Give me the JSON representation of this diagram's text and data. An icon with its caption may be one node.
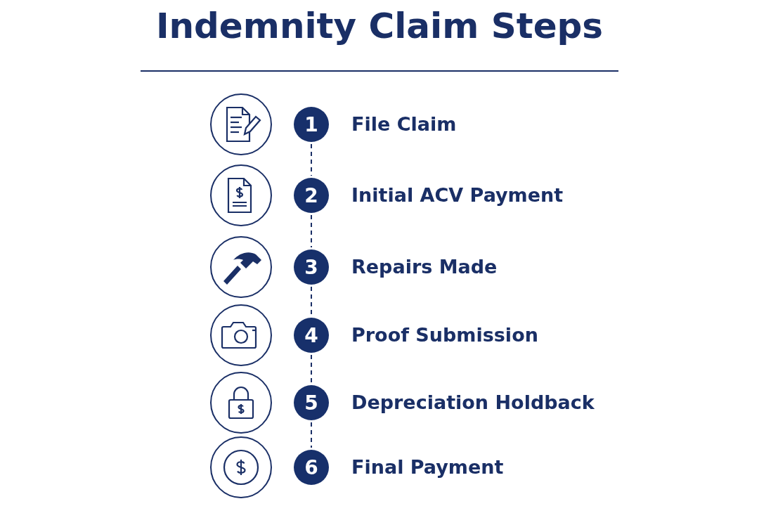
{
  "diagram": {
    "title": "Indemnity Claim Steps",
    "nodes": [
      {
        "text": [
          "1"
        ],
        "beside": [
          "File Claim"
        ]
      },
      {
        "text": [
          "2"
        ],
        "beside": [
          "Initial ACV Payment"
        ]
      },
      {
        "text": [
          "3"
        ],
        "beside": [
          "Repairs Made"
        ]
      },
      {
        "text": [
          "4"
        ],
        "beside": [
          "Proof Submission"
        ]
      },
      {
        "text": [
          "5"
        ],
        "beside": [
          "Depreciation Holdback"
        ]
      },
      {
        "text": [
          "6"
        ],
        "beside": [
          "Final Payment"
        ]
      }
    ],
    "edges": [
      {
        "from": 0,
        "to": 1,
        "arrow": "none",
        "style": "dashed"
      },
      {
        "from": 1,
        "to": 2,
        "arrow": "none",
        "style": "dashed"
      },
      {
        "from": 2,
        "to": 3,
        "arrow": "none",
        "style": "dashed"
      },
      {
        "from": 3,
        "to": 4,
        "arrow": "none",
        "style": "dashed"
      },
      {
        "from": 4,
        "to": 5,
        "arrow": "none",
        "style": "dashed"
      }
    ]
  }
}
